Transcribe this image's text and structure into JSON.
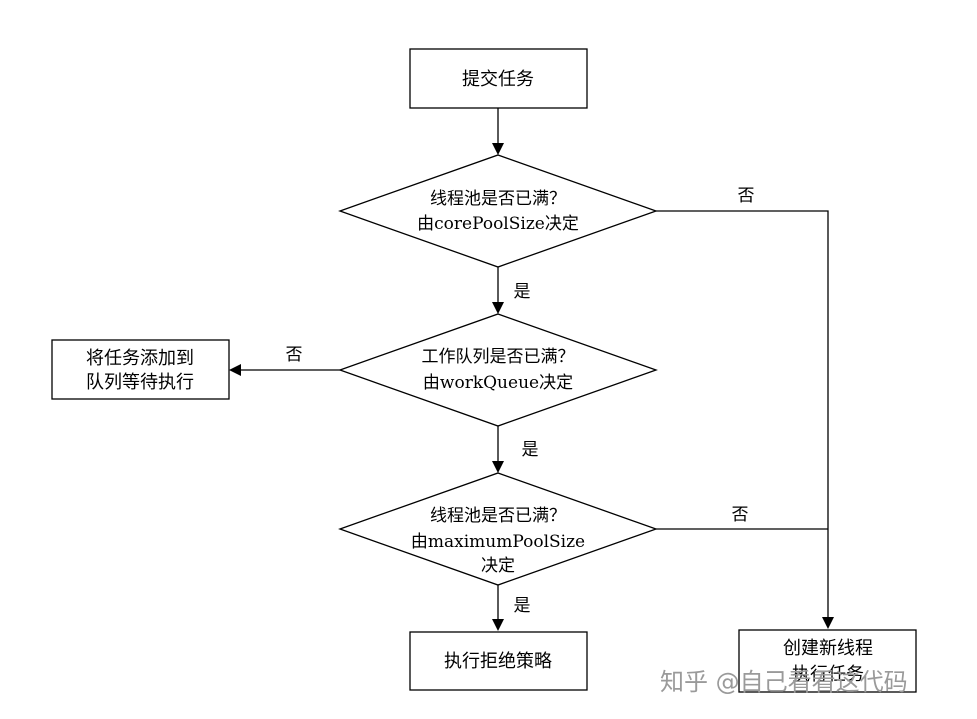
{
  "flowchart": {
    "submit_task": "提交任务",
    "decision_core": {
      "line1": "线程池是否已满？",
      "line2": "由corePoolSize决定"
    },
    "decision_queue": {
      "line1": "工作队列是否已满？",
      "line2": "由workQueue决定"
    },
    "decision_max": {
      "line1": "线程池是否已满？",
      "line2": "由maximumPoolSize",
      "line3": "决定"
    },
    "add_to_queue": {
      "line1": "将任务添加到",
      "line2": "队列等待执行"
    },
    "reject": "执行拒绝策略",
    "create_thread": {
      "line1": "创建新线程",
      "line2": "执行任务"
    },
    "label_yes": "是",
    "label_no": "否"
  },
  "watermark": "知乎 @自己看看这代码"
}
